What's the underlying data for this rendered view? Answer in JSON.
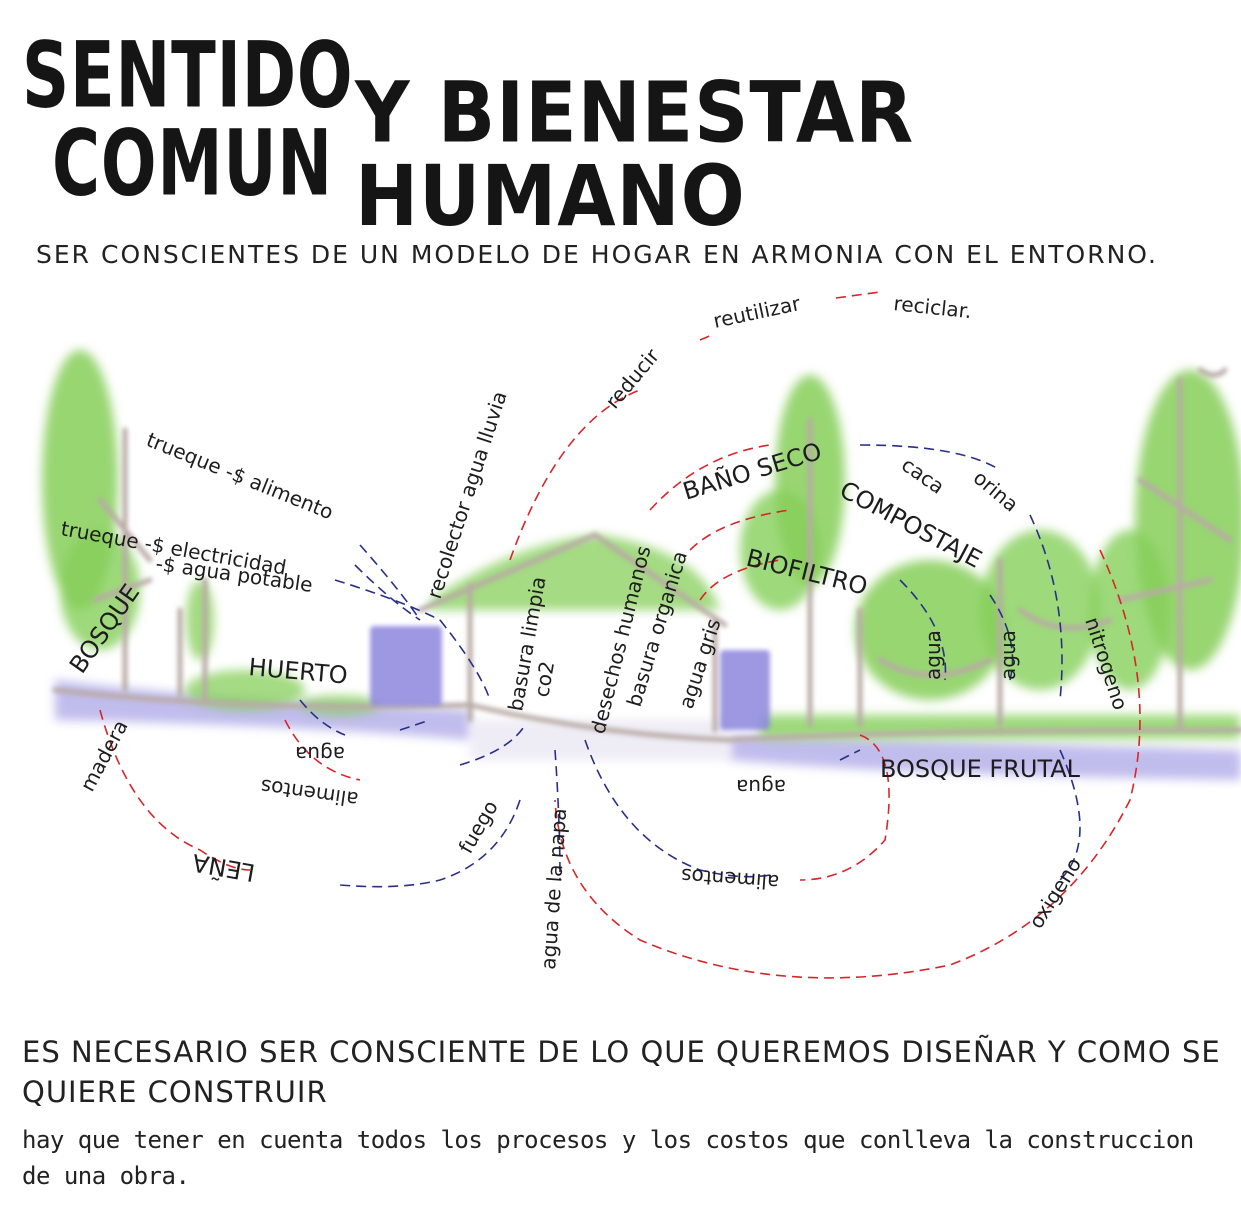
{
  "title": {
    "line1": "SENTIDO",
    "line2": "COMUN",
    "line3": "Y BIENESTAR HUMANO"
  },
  "subtitle": "SER CONSCIENTES DE UN MODELO DE HOGAR EN ARMONIA CON EL ENTORNO.",
  "diagram": {
    "cycle": [
      "reducir",
      "reutilizar",
      "reciclar."
    ],
    "trade": [
      "trueque -$ alimento",
      "trueque -$ electricidad",
      "-$ agua potable"
    ],
    "recolector": "recolector agua lluvia",
    "systems": [
      "BAÑO SECO",
      "COMPOSTAJE",
      "BIOFILTRO"
    ],
    "baño_outputs": [
      "caca",
      "orina"
    ],
    "house_flows": [
      "basura limpia",
      "co2",
      "desechos humanos",
      "basura organica",
      "agua gris"
    ],
    "areas": [
      "BOSQUE",
      "HUERTO",
      "BOSQUE FRUTAL"
    ],
    "agua_labels": [
      "agua",
      "agua",
      "agua",
      "agua"
    ],
    "nitrogeno": "nitrogeno",
    "alimentos_labels": [
      "alimentos",
      "alimentos"
    ],
    "madera": "madera",
    "lena": "LEÑA",
    "fuego": "fuego",
    "napa": "agua de la napa",
    "oxigeno": "oxigeno"
  },
  "conclusion": "ES NECESARIO SER CONSCIENTE DE LO QUE QUEREMOS DISEÑAR Y COMO SE QUIERE CONSTRUIR",
  "note": "hay que tener en cuenta todos los procesos y los costos que conlleva la construccion de una obra.",
  "colors": {
    "red_dash": "#d6262c",
    "blue_dash": "#2a2f86",
    "green": "#86cf5a",
    "lilac": "#8d86de",
    "gray": "#b9aaa6"
  }
}
